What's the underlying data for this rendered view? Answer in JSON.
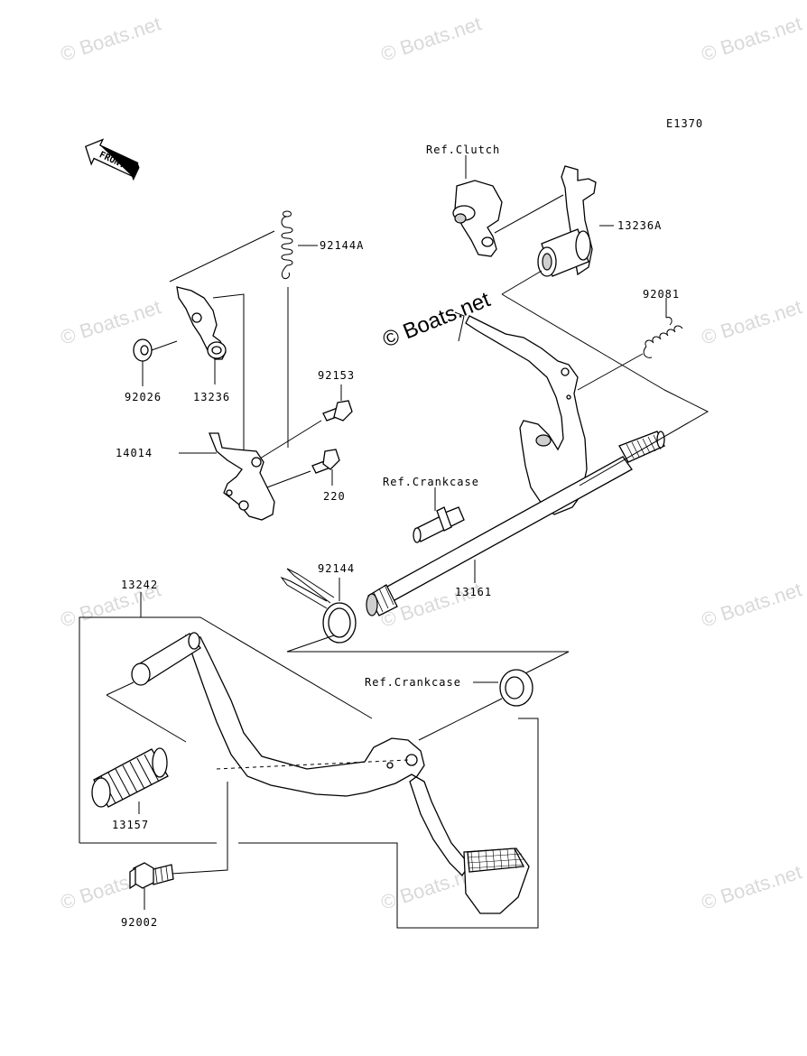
{
  "diagram": {
    "code": "E1370",
    "front_label": "FRONT",
    "watermark": "© Boats.net",
    "labels": {
      "ref_clutch": "Ref.Clutch",
      "p13236A": "13236A",
      "p92144A": "92144A",
      "p92081": "92081",
      "p92026": "92026",
      "p13236": "13236",
      "p92153": "92153",
      "p14014": "14014",
      "p220": "220",
      "ref_crankcase_1": "Ref.Crankcase",
      "p92144": "92144",
      "p13161": "13161",
      "p13242": "13242",
      "ref_crankcase_2": "Ref.Crankcase",
      "p13157": "13157",
      "p92002": "92002"
    }
  }
}
